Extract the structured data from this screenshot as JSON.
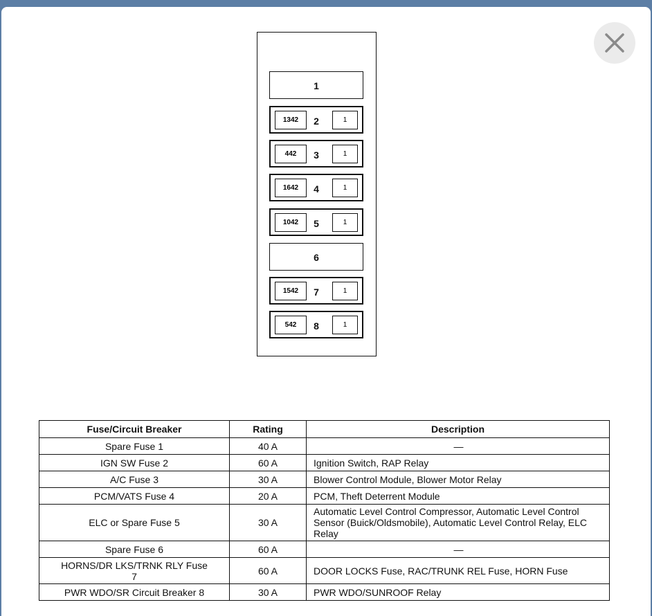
{
  "close_button": {
    "icon": "close-icon"
  },
  "diagram": {
    "slots": [
      {
        "number": "1",
        "left": "",
        "right": ""
      },
      {
        "number": "2",
        "left": "1342",
        "right": "1"
      },
      {
        "number": "3",
        "left": "442",
        "right": "1"
      },
      {
        "number": "4",
        "left": "1642",
        "right": "1"
      },
      {
        "number": "5",
        "left": "1042",
        "right": "1"
      },
      {
        "number": "6",
        "left": "",
        "right": ""
      },
      {
        "number": "7",
        "left": "1542",
        "right": "1"
      },
      {
        "number": "8",
        "left": "542",
        "right": "1"
      }
    ]
  },
  "table": {
    "headers": [
      "Fuse/Circuit Breaker",
      "Rating",
      "Description"
    ],
    "rows": [
      {
        "fuse": "Spare Fuse 1",
        "rating": "40 A",
        "description": "—"
      },
      {
        "fuse": "IGN SW Fuse 2",
        "rating": "60 A",
        "description": "Ignition Switch, RAP Relay"
      },
      {
        "fuse": "A/C Fuse 3",
        "rating": "30 A",
        "description": "Blower Control Module, Blower Motor Relay"
      },
      {
        "fuse": "PCM/VATS Fuse 4",
        "rating": "20 A",
        "description": "PCM, Theft Deterrent Module"
      },
      {
        "fuse": "ELC or Spare Fuse 5",
        "rating": "30 A",
        "description": "Automatic Level Control Compressor, Automatic Level Control Sensor (Buick/Oldsmobile), Automatic Level Control Relay, ELC Relay"
      },
      {
        "fuse": "Spare Fuse 6",
        "rating": "60 A",
        "description": "—"
      },
      {
        "fuse": "HORNS/DR LKS/TRNK RLY Fuse 7",
        "rating": "60 A",
        "description": "DOOR LOCKS Fuse, RAC/TRUNK REL Fuse, HORN Fuse"
      },
      {
        "fuse": "PWR WDO/SR Circuit Breaker 8",
        "rating": "30 A",
        "description": "PWR WDO/SUNROOF Relay"
      }
    ]
  }
}
